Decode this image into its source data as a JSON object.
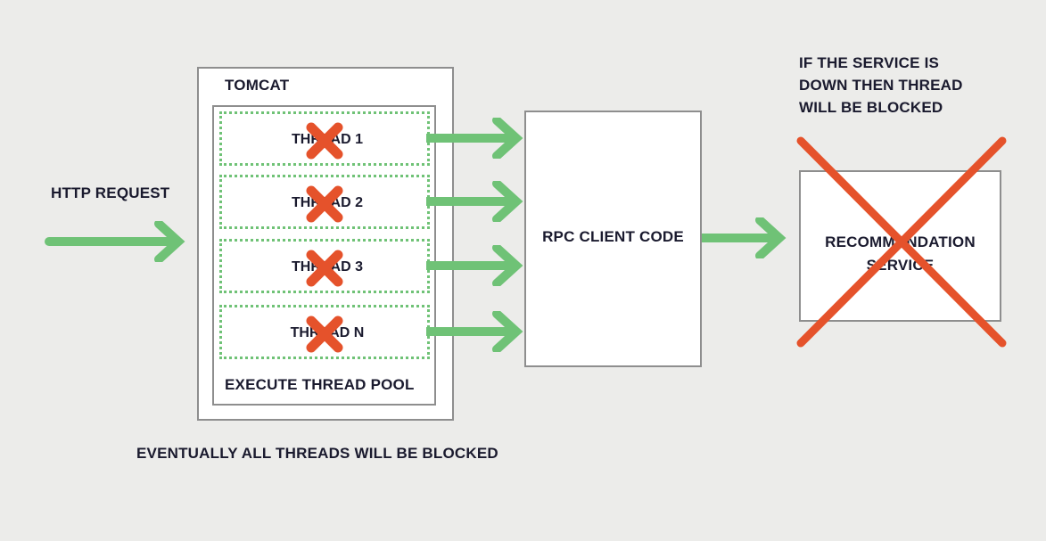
{
  "diagram": {
    "title_note_right": "IF THE SERVICE IS\nDOWN THEN THREAD\nWILL BE BLOCKED",
    "bottom_note": "EVENTUALLY ALL THREADS WILL BE BLOCKED",
    "http_request_label": "HTTP REQUEST"
  },
  "tomcat": {
    "label": "TOMCAT",
    "pool_label": "EXECUTE THREAD POOL",
    "threads": [
      {
        "label": "THREAD 1",
        "blocked": true,
        "marker": "red-x"
      },
      {
        "label": "THREAD 2",
        "blocked": true,
        "marker": "red-x"
      },
      {
        "label": "THREAD 3",
        "blocked": true,
        "marker": "red-x"
      },
      {
        "label": "THREAD N",
        "blocked": true,
        "marker": "red-x"
      }
    ]
  },
  "rpc": {
    "label": "RPC CLIENT CODE"
  },
  "recommendation": {
    "label": "RECOMMANDATION\nSERVICE",
    "crossed_out": true
  },
  "colors": {
    "background": "#ececea",
    "arrow_green": "#6fc276",
    "cross_red": "#e5522b",
    "box_border": "#8e8e8e",
    "box_fill": "#ffffff",
    "text": "#1a1a2e"
  },
  "icons": {
    "arrow": "green-arrow-right-icon",
    "cross": "red-x-icon"
  }
}
